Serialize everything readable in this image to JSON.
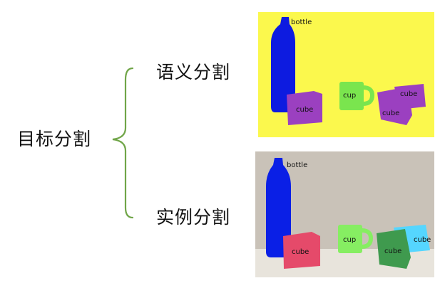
{
  "diagram": {
    "root": {
      "label": "目标分割"
    },
    "branches": [
      {
        "label": "语义分割"
      },
      {
        "label": "实例分割"
      }
    ],
    "bracket_color": "#70a548"
  },
  "semantic_panel": {
    "background": "#fbf84d",
    "labels": {
      "bottle": "bottle",
      "cup": "cup",
      "cube_1": "cube",
      "cube_2": "cube",
      "cube_3": "cube"
    },
    "colors": {
      "bottle": "#0d1be0",
      "cup": "#7ae54e",
      "cube": "#9b40c0"
    }
  },
  "instance_panel": {
    "background": "#c9c2b8",
    "labels": {
      "bottle": "bottle",
      "cup": "cup",
      "cube_red": "cube",
      "cube_green": "cube",
      "cube_cyan": "cube"
    },
    "colors": {
      "bottle": "#0a1fe6",
      "cup": "#86ee62",
      "cube_red": "#e54a6a",
      "cube_green": "#3f9a4e",
      "cube_cyan": "#55d6ff"
    }
  }
}
